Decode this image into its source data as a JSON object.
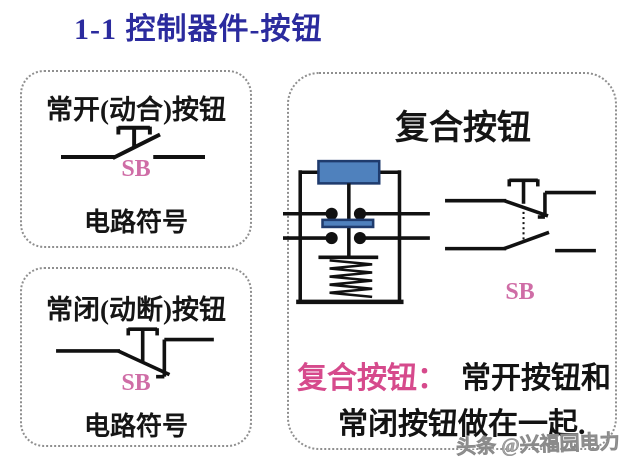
{
  "page": {
    "title": "1-1  控制器件-按钮"
  },
  "colors": {
    "title_blue": "#2b2b9e",
    "sb_pink": "#cf6da6",
    "term_magenta": "#d64a8c",
    "button_blue": "#4f81bd",
    "button_blue_border": "#1f3b6d",
    "text_black": "#151515",
    "box_border_gray": "#8f8f8f",
    "watermark_gray": "#a9a9a9"
  },
  "no_box": {
    "heading": "常开(动合)按钮",
    "symbol_label": "SB",
    "caption": "电路符号",
    "symbol_name": "normally-open pushbutton contact"
  },
  "nc_box": {
    "heading": "常闭(动断)按钮",
    "symbol_label": "SB",
    "caption": "电路符号",
    "symbol_name": "normally-closed pushbutton contact"
  },
  "composite_box": {
    "heading": "复合按钮",
    "symbol_label": "SB",
    "desc_term": "复合按钮：",
    "desc_rest": "常开按钮和",
    "desc_line2": "常闭按钮做在一起.",
    "mechanism_name": "pushbutton internal mechanism with cap, bridge contacts and return spring"
  },
  "watermark": "头条 @兴福园电力"
}
